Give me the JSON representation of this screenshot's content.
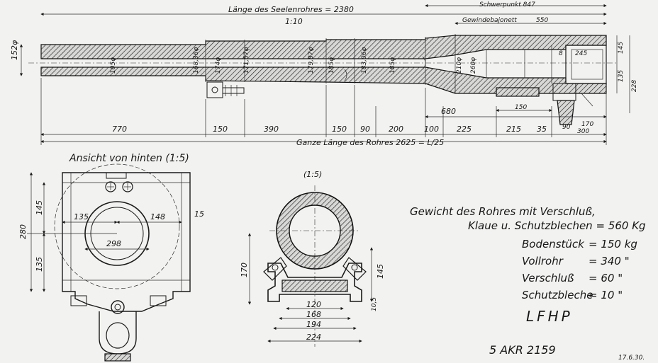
{
  "top_dims": {
    "seelenrohr": "Länge des Seelenrohres = 2380",
    "scale": "1:10",
    "schwerpunkt": "Schwerpunkt 847",
    "gewindebajonett": "Gewindebajonett",
    "gw_550": "550",
    "outer_152": "152φ"
  },
  "diameters": {
    "d105": "105φ",
    "d168": "168,36φ",
    "d174": "174φ",
    "d171": "171,57φ",
    "d179": "179,87φ",
    "d185a": "185φ",
    "d183": "183,06φ",
    "d185b": "185φ",
    "d210": "210φ",
    "d260": "260φ",
    "d8": "8",
    "d245": "245",
    "d145": "145",
    "d135": "135",
    "d228": "228",
    "d680": "680",
    "d150": "150",
    "d90": "90",
    "d300": "300",
    "d170": "170"
  },
  "bottom_dims": {
    "s770": "770",
    "s150a": "150",
    "s390": "390",
    "s150b": "150",
    "s90": "90",
    "s200": "200",
    "s100": "100",
    "s225": "225",
    "s215": "215",
    "s35": "35",
    "total": "Ganze Länge des Rohres 2625 = L/25"
  },
  "rear_view": {
    "title": "Ansicht von hinten (1:5)",
    "d280": "280",
    "d145": "145",
    "d135v": "135",
    "d135h": "135",
    "d148": "148",
    "d15": "15",
    "d298": "298"
  },
  "section": {
    "scale": "(1:5)",
    "d170": "170",
    "d145": "145",
    "d10_5": "10,5",
    "d120": "120",
    "d168": "168",
    "d194": "194",
    "d224": "224"
  },
  "weights": {
    "line1": "Gewicht des Rohres mit Verschluß,",
    "line2": "Klaue u. Schutzblechen = 560 Kg",
    "items": [
      {
        "label": "Bodenstück",
        "value": "= 150 kg"
      },
      {
        "label": "Vollrohr",
        "value": "= 340 \""
      },
      {
        "label": "Verschluß",
        "value": "= 60 \""
      },
      {
        "label": "Schutzbleche",
        "value": "= 10 \""
      }
    ],
    "code": "LFHP"
  },
  "footer": {
    "drawing_no": "5 AKR 2159",
    "date": "17.6.30."
  }
}
